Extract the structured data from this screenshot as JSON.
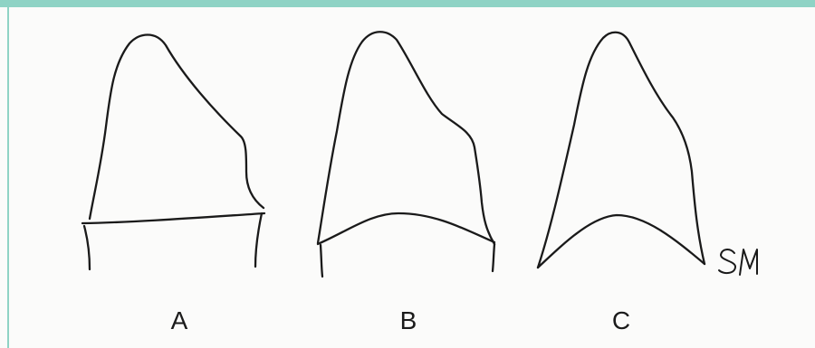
{
  "figure": {
    "labels": [
      "A",
      "B",
      "C"
    ],
    "signature": "SM",
    "frame_color": "#8fd3c5",
    "line_color": "#1a1a1a"
  }
}
